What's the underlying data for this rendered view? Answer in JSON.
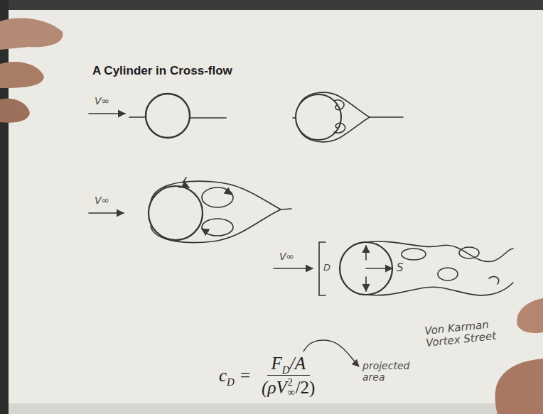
{
  "diagram": {
    "title": "A Cylinder in Cross-flow",
    "labels": [
      "V∞",
      "V∞",
      "V∞",
      "D",
      "S",
      "Von Karman Vortex Street",
      "c",
      "D",
      "=",
      "F",
      "D",
      "/A",
      "(ρV",
      "∞",
      "2",
      "/2)",
      "projected area"
    ]
  }
}
